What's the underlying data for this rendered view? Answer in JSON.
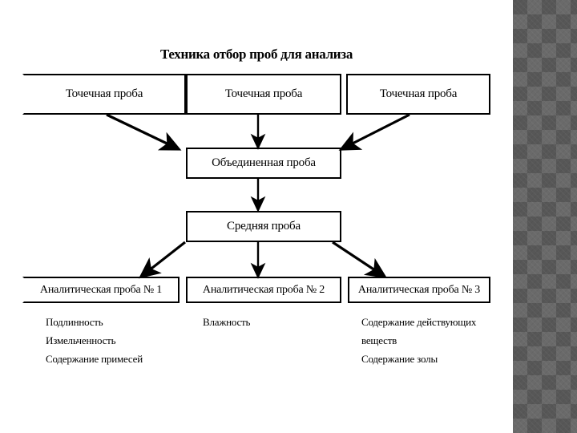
{
  "slide": {
    "title": "Техника отбор проб для анализа",
    "background_color": "#ffffff",
    "line_color": "#000000",
    "decoration": {
      "name": "argyle-pattern-panel",
      "base_color": "#575757",
      "accent_color": "#6a6a6a"
    }
  },
  "chart_data": {
    "type": "diagram",
    "title": "Техника отбор проб для анализа",
    "levels": [
      {
        "name": "point-samples",
        "nodes": [
          {
            "label": "Точечная проба"
          },
          {
            "label": "Точечная проба"
          },
          {
            "label": "Точечная проба"
          }
        ]
      },
      {
        "name": "combined-sample",
        "nodes": [
          {
            "label": "Объединенная проба"
          }
        ]
      },
      {
        "name": "average-sample",
        "nodes": [
          {
            "label": "Средняя проба"
          }
        ]
      },
      {
        "name": "analytical-samples",
        "nodes": [
          {
            "label": "Аналитическая проба № 1"
          },
          {
            "label": "Аналитическая проба № 2"
          },
          {
            "label": "Аналитическая проба № 3"
          }
        ]
      }
    ],
    "edges": [
      {
        "from": "Точечная проба (1)",
        "to": "Объединенная проба",
        "style": "arrow-diagonal"
      },
      {
        "from": "Точечная проба (2)",
        "to": "Объединенная проба",
        "style": "arrow-vertical"
      },
      {
        "from": "Точечная проба (3)",
        "to": "Объединенная проба",
        "style": "arrow-diagonal"
      },
      {
        "from": "Объединенная проба",
        "to": "Средняя проба",
        "style": "arrow-vertical"
      },
      {
        "from": "Средняя проба",
        "to": "Аналитическая проба № 1",
        "style": "arrow-diagonal"
      },
      {
        "from": "Средняя проба",
        "to": "Аналитическая проба № 2",
        "style": "arrow-vertical"
      },
      {
        "from": "Средняя проба",
        "to": "Аналитическая проба № 3",
        "style": "arrow-diagonal"
      }
    ],
    "notes": [
      {
        "for": "Аналитическая проба № 1",
        "lines": [
          "Подлинность",
          "Измельченность",
          "Содержание примесей"
        ]
      },
      {
        "for": "Аналитическая проба № 2",
        "lines": [
          "Влажность"
        ]
      },
      {
        "for": "Аналитическая проба № 3",
        "lines": [
          "Содержание действующих",
          "веществ",
          "Содержание золы"
        ]
      }
    ]
  },
  "nodes": {
    "point_1": "Точечная проба",
    "point_2": "Точечная проба",
    "point_3": "Точечная проба",
    "combined": "Объединенная проба",
    "average": "Средняя проба",
    "analytical_1": "Аналитическая проба № 1",
    "analytical_2": "Аналитическая проба № 2",
    "analytical_3": "Аналитическая проба № 3"
  },
  "notes": {
    "col1": {
      "line1": "Подлинность",
      "line2": "Измельченность",
      "line3": "Содержание примесей"
    },
    "col2": {
      "line1": "Влажность"
    },
    "col3": {
      "line1": "Содержание действующих",
      "line2": "веществ",
      "line3": "Содержание золы"
    }
  }
}
